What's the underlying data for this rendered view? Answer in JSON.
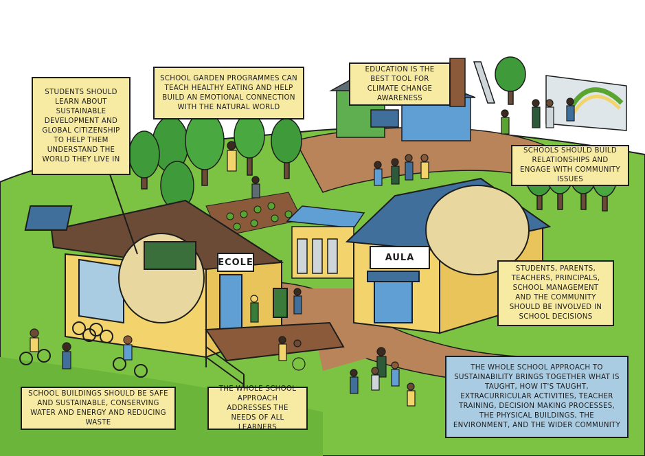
{
  "callouts": {
    "sustainable_development": "Students should learn about sustainable development and global citizenship to help them understand the world they live in",
    "garden": "School garden programmes can teach healthy eating and help build an emotional connection with the natural world",
    "education": "Education is the best tool for climate change awareness",
    "community": "Schools should build relationships and engage with community issues",
    "decisions": "Students, parents, teachers, principals, school management and the community should be involved in school decisions",
    "buildings": "School buildings should be safe and sustainable, conserving water and energy and reducing waste",
    "learners": "The whole school approach addresses the needs of all learners",
    "whole_school": "The whole school approach to sustainability brings together what is taught, how it's taught, extracurricular activities, teacher training, decision making processes, the physical buildings, the environment, and the wider community"
  },
  "signs": {
    "ecole": "ECOLE",
    "aula": "AULA"
  },
  "colors": {
    "grass": "#7cc243",
    "grass_dark": "#5aa532",
    "path": "#b9845a",
    "wood": "#f3d36b",
    "roof": "#6b4a36",
    "roof_blue": "#3f6f9a",
    "callout_yellow": "#f7eaa3",
    "callout_blue": "#a9cce3",
    "tree": "#3f9a3a"
  }
}
